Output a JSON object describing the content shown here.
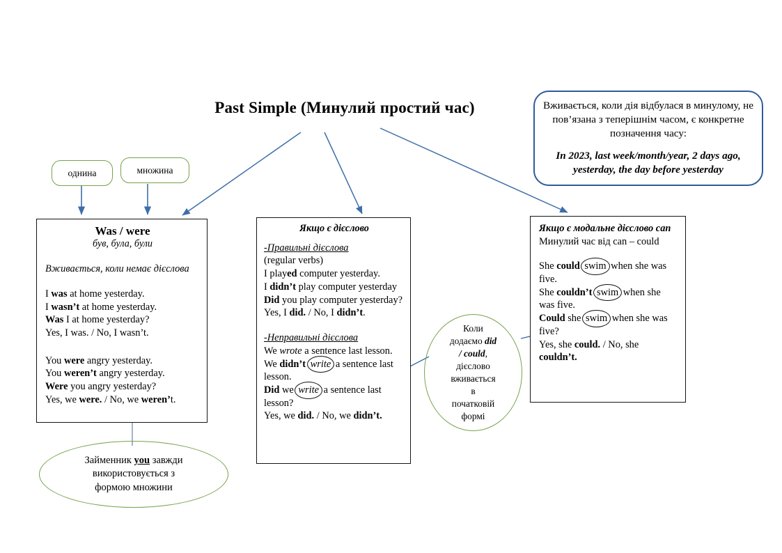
{
  "title": "Past Simple (Минулий простий час)",
  "colors": {
    "green": "#76a24c",
    "blue": "#2e5c9a",
    "black": "#141414",
    "arrow": "#3d6ea8"
  },
  "callout": {
    "main_text": "Вживається, коли дія відбулася в минулому, не пов’язана з теперішнім часом, є конкретне позначення часу:",
    "examples": "In 2023, last week/month/year, 2 days ago, yesterday, the day before yesterday"
  },
  "pills": {
    "singular": "однина",
    "plural": "множина"
  },
  "box_was_were": {
    "heading": "Was     / were",
    "translation": "був, була, були",
    "usage_note": "Вживається, коли немає дієслова",
    "singular_examples": [
      "I <b>was</b> at home yesterday.",
      "I <b>wasn’t</b> at home yesterday.",
      "<b>Was</b> I at home yesterday?",
      " Yes, I was. / No, I wasn’t."
    ],
    "plural_examples": [
      "You <b>were</b> angry yesterday.",
      "You <b>weren’t</b> angry yesterday.",
      "<b>Were</b> you angry yesterday?",
      "Yes, we <b>were.</b> / No, we <b>weren’</b>t."
    ]
  },
  "box_verb": {
    "heading": "Якщо є дієслово",
    "regular_label": "-Правильні дієслова",
    "regular_subtitle": "(regular verbs)",
    "regular_examples": [
      "I play<b>ed</b> computer yesterday.",
      "I <b>didn’t</b> play computer yesterday",
      "<b>Did</b> you play computer yesterday?",
      "Yes, I <b>did.</b> / No, I <b>didn’t</b>."
    ],
    "irregular_label": "-Неправильні дієслова",
    "irregular_examples": [
      "We <i>wrote</i> a sentence last lesson.",
      "We <b>didn’t</b> (write) a sentence last lesson.",
      "<b>Did</b> we (write) a sentence last lesson?",
      "Yes, we <b>did.</b> / No, we <b>didn’t.</b>"
    ],
    "circled_word": "write"
  },
  "box_modal": {
    "heading": "Якщо є модальне дієслово can",
    "subtitle": "Минулий час від can – could",
    "examples": [
      "She <b>could</b> (swim) when she was five.",
      "She <b>couldn’t</b> (swim) when she was five.",
      "<b>Could</b> she (swim) when she was five?",
      "Yes, she <b>could.</b> / No, she <b>couldn’t.</b>"
    ],
    "circled_word": "swim"
  },
  "ellipse_you": {
    "text": "Займенник you завжди використовується з формою множини",
    "underlined_word": "you",
    "line1_prefix": "Займенник ",
    "line1_suffix": " завжди",
    "line2": "використовується з",
    "line3": "формою множини"
  },
  "ellipse_did": {
    "line1": "Коли",
    "line2_prefix": "додаємо ",
    "line2_emph": "did",
    "line3_emph": "/ could",
    "line3_suffix": ",",
    "line4": "дієслово",
    "line5": "вживається",
    "line6": "в",
    "line7": "початковій",
    "line8": "формі"
  }
}
